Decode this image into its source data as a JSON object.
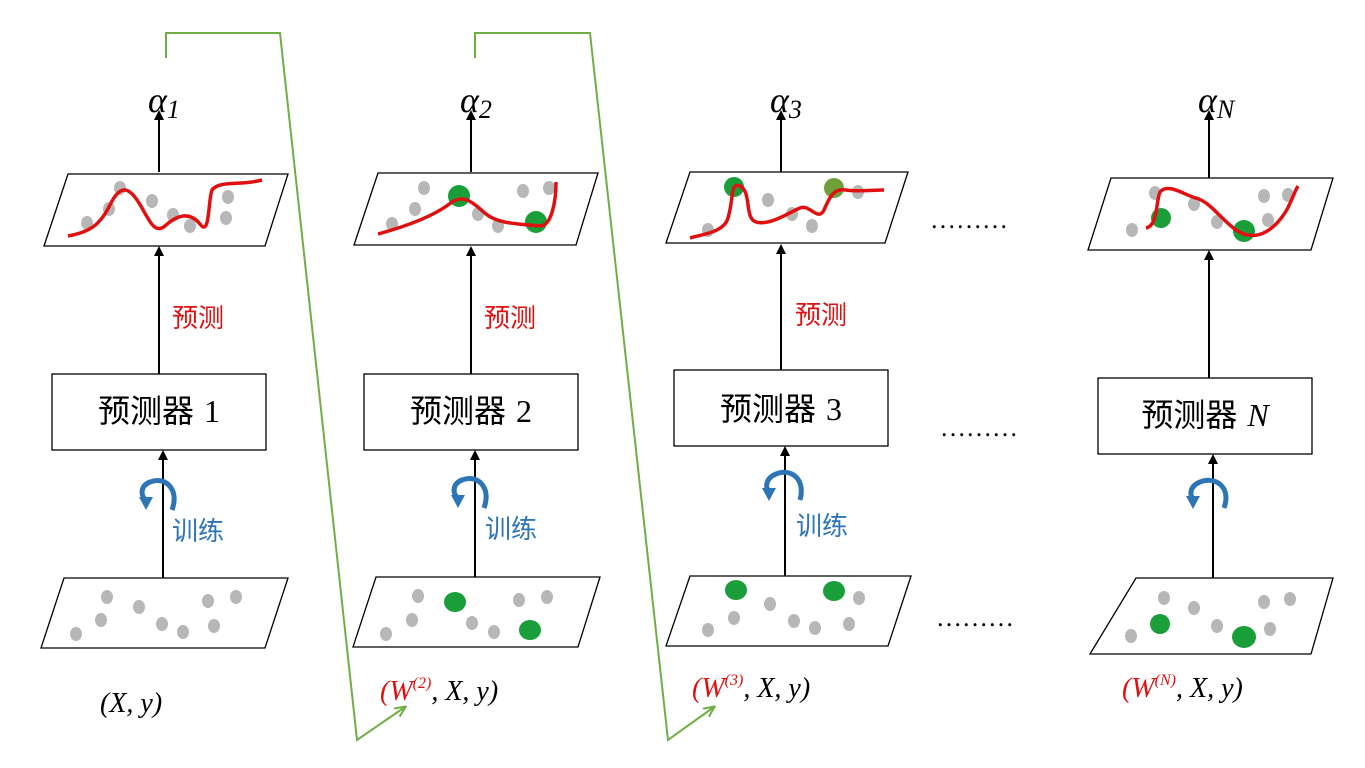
{
  "columns": [
    {
      "alpha_symbol": "α",
      "alpha_sub": "1",
      "predict_label": "预测",
      "predictor_label": "预测器",
      "predictor_index": "1",
      "train_label": "训练",
      "dataset_prefix": "",
      "dataset_sup": "",
      "dataset_text": "(X, y)"
    },
    {
      "alpha_symbol": "α",
      "alpha_sub": "2",
      "predict_label": "预测",
      "predictor_label": "预测器",
      "predictor_index": "2",
      "train_label": "训练",
      "dataset_prefix": "(W",
      "dataset_sup": "(2)",
      "dataset_text": ", X, y)"
    },
    {
      "alpha_symbol": "α",
      "alpha_sub": "3",
      "predict_label": "预测",
      "predictor_label": "预测器",
      "predictor_index": "3",
      "train_label": "训练",
      "dataset_prefix": "(W",
      "dataset_sup": "(3)",
      "dataset_text": ", X, y)"
    },
    {
      "alpha_symbol": "α",
      "alpha_sub": "N",
      "predict_label": "",
      "predictor_label": "预测器",
      "predictor_index": "N",
      "train_label": "",
      "dataset_prefix": "(W",
      "dataset_sup": "(N)",
      "dataset_text": ", X, y)"
    }
  ],
  "ellipses": [
    "………",
    "………",
    "………"
  ],
  "colors": {
    "red": "#e01010",
    "blue": "#2e75b6",
    "green_point": "#1a9e3a",
    "gray_point": "#b7b7b7",
    "green_line": "#70ad47",
    "black": "#000000"
  }
}
